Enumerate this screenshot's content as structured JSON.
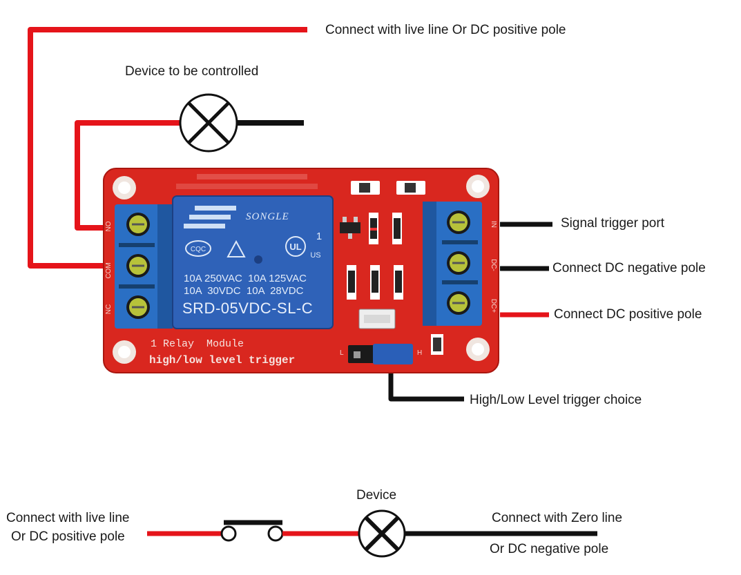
{
  "labels": {
    "live_line_top": "Connect with live line Or DC positive pole",
    "device_controlled": "Device to be controlled",
    "signal_trigger": "Signal trigger port",
    "dc_negative": "Connect DC negative pole",
    "dc_positive": "Connect DC positive pole",
    "level_choice": "High/Low Level trigger choice",
    "device_bottom": "Device",
    "live_bottom_1": "Connect with live line",
    "live_bottom_2": "Or DC positive pole",
    "zero_line_1": "Connect with Zero line",
    "zero_line_2": "Or DC negative pole"
  },
  "board": {
    "relay_brand": "SONGLE",
    "relay_rating_1": "10A 250VAC  10A 125VAC",
    "relay_rating_2": "10A  30VDC  10A  28VDC",
    "relay_model": "SRD-05VDC-SL-C",
    "relay_num": "1",
    "cert_1": "CQC",
    "cert_ul": "UL",
    "cert_us": "US",
    "silk_1": "1 Relay  Module",
    "silk_2": "high/low level trigger",
    "pin_in": "IN",
    "pin_dcm": "DC-",
    "pin_dcp": "DC+",
    "pin_no": "NO",
    "pin_com": "COM",
    "pin_nc": "NC",
    "jumper_l": "L",
    "jumper_h": "H"
  },
  "colors": {
    "wire_red": "#e5141a",
    "wire_black": "#111111",
    "pcb_red": "#d9271f",
    "relay_blue": "#2f62b8",
    "terminal_blue": "#2a6fc4"
  }
}
